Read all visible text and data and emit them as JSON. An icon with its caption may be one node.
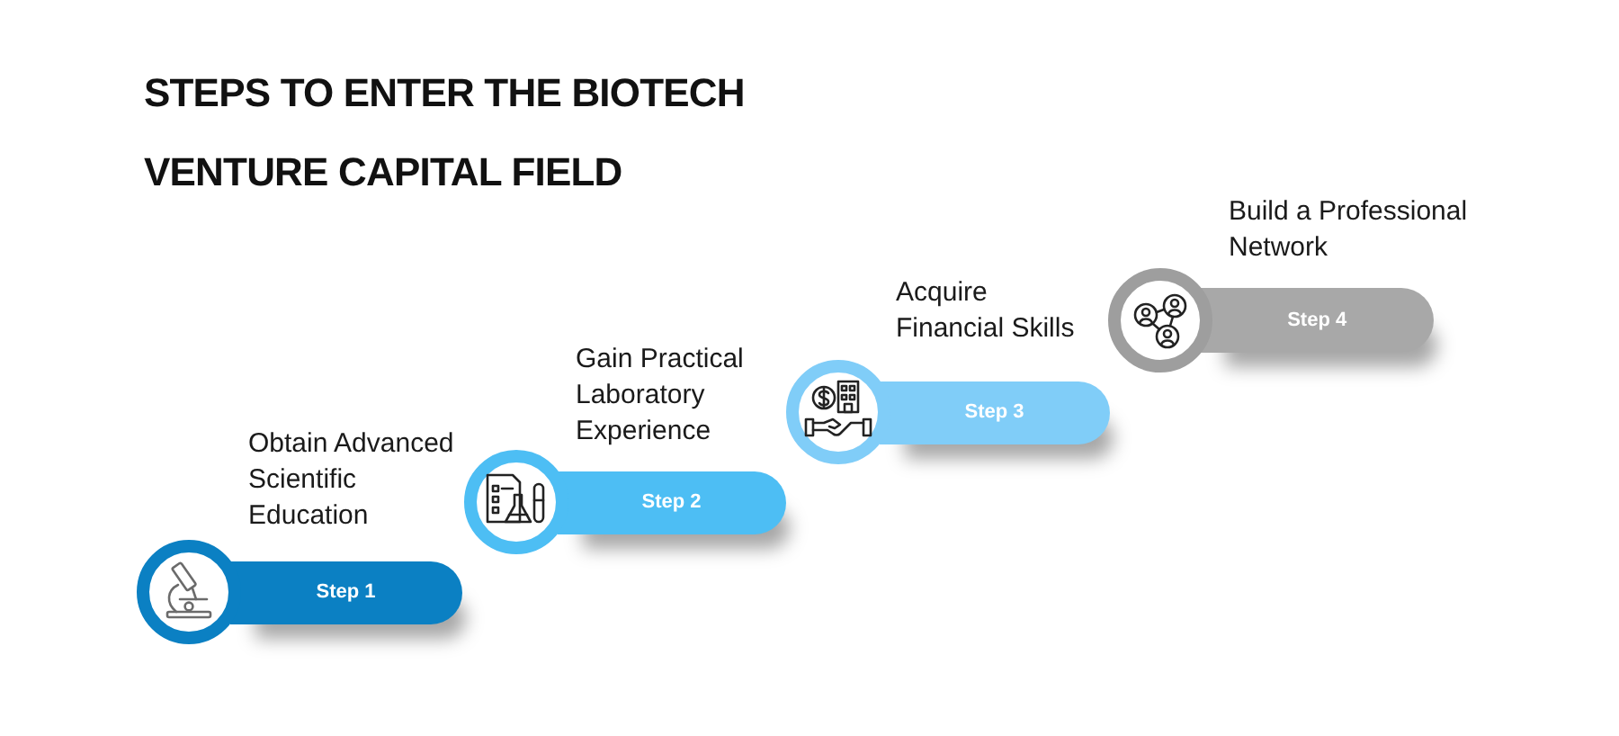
{
  "diagram": {
    "title": "STEPS TO ENTER THE BIOTECH VENTURE CAPITAL FIELD",
    "nodes": [
      {
        "text": [
          "Obtain Advanced Scientific Education",
          "Step 1"
        ]
      },
      {
        "text": [
          "Gain Practical Laboratory Experience",
          "Step 2"
        ]
      },
      {
        "text": [
          "Acquire Financial Skills",
          "Step 3"
        ]
      },
      {
        "text": [
          "Build a Professional Network",
          "Step 4"
        ]
      }
    ]
  }
}
